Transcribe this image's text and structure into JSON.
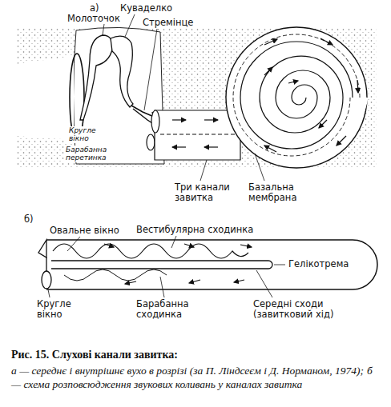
{
  "diagram": {
    "caption": "Рис. 15. Слухові канали завитка:",
    "labels": [
      "а)",
      "Молоточок",
      "Куваделко",
      "Стремінце",
      "Кругле вікно",
      "Барабанна перетинка",
      "Три канали завитка",
      "Базальна мембрана",
      "б)",
      "Овальне вікно",
      "Вестибулярна сходинка",
      "Гелікотрема",
      "Кругле вікно",
      "Барабанна сходинка",
      "Середні сходи (завитковий хід)",
      "а — середнє і внутрішнє вухо в розрізі (за П. Ліндсеєм і Д. Норманом, 1974);",
      "б — схема розповсюдження звукових коливань у каналах завитка"
    ]
  }
}
